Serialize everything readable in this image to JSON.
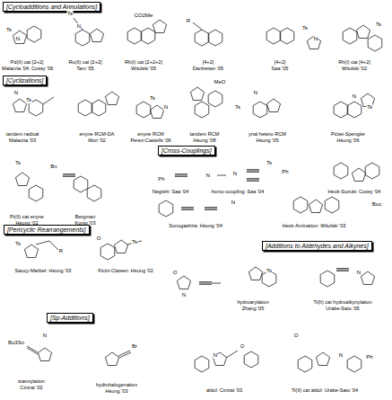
{
  "diagram": {
    "nodes": [
      {
        "text": [
          "[Cycloadditions and Annulations]"
        ]
      },
      {
        "text": [
          "[Cyclizations]"
        ]
      },
      {
        "text": [
          "[Cross-Couplings]"
        ]
      },
      {
        "text": [
          "[Pericyclic Rearrangements]"
        ]
      },
      {
        "text": [
          "[Additions to Aldehydes and Alkynes]"
        ]
      },
      {
        "text": [
          "[Sp-Additions]"
        ]
      }
    ],
    "edges": [],
    "labels": [
      "Pd(II) cat [2+2]",
      "Malacria '04; Cossy '06",
      "Ru(II) cat [2+2]",
      "Tam '05",
      "Rh(I) cat [2+2+2]",
      "Witulski '05",
      "[4+2]",
      "Danheiser '05",
      "[4+2]",
      "Saa '05",
      "Rh(I) cat [4+2]",
      "Witulski '02",
      "tandem radical",
      "Malacria '03",
      "enyne RCM-DA",
      "Mori '02",
      "enyne RCM",
      "Perez-Castells '06",
      "tandem RCM",
      "Hsung '08",
      "ynal hetero RCM",
      "Hsung '05",
      "Pictet-Spengler",
      "Hsung '06",
      "Pt(II) cat enyne",
      "Hsung '02",
      "Bergman",
      "Konig '03",
      "Negishi: Saa '04",
      "homo-coupling: Saa '04",
      "Heck-Suzuki: Cossy '04",
      "Sonogashira: Hsung '04",
      "Heck-Amination: Witulski '03",
      "Saucy-Marbet: Hsung '03",
      "Ficini-Claisen: Hsung '02",
      "hydroarylation",
      "Zhang '05",
      "Ti(II) cat hydroalkynylation",
      "Urabe-Sato '05",
      "stannylation",
      "Cintrat '02",
      "hydrohalogenation",
      "Hsung '03",
      "aldol: Cintrat '03",
      "Ti(II) cat aldol: Urabe-Sato '04",
      "CO2Me",
      "Ts",
      "N",
      "Ts",
      "N",
      "R",
      "Ts",
      "N",
      "Ts",
      "N",
      "Ts",
      "MeO",
      "Ts",
      "N",
      "Ts",
      "N",
      "Ts",
      "N",
      "Ts",
      "Bn",
      "N",
      "Ph",
      "N",
      "Ts",
      "Ph",
      "Boc",
      "N",
      "Ts",
      "R",
      "O",
      "Ts",
      "N",
      "O",
      "Ts",
      "N",
      "Bu3Sn",
      "N",
      "Br",
      "N",
      "O",
      "Ph",
      "N",
      "O"
    ]
  }
}
